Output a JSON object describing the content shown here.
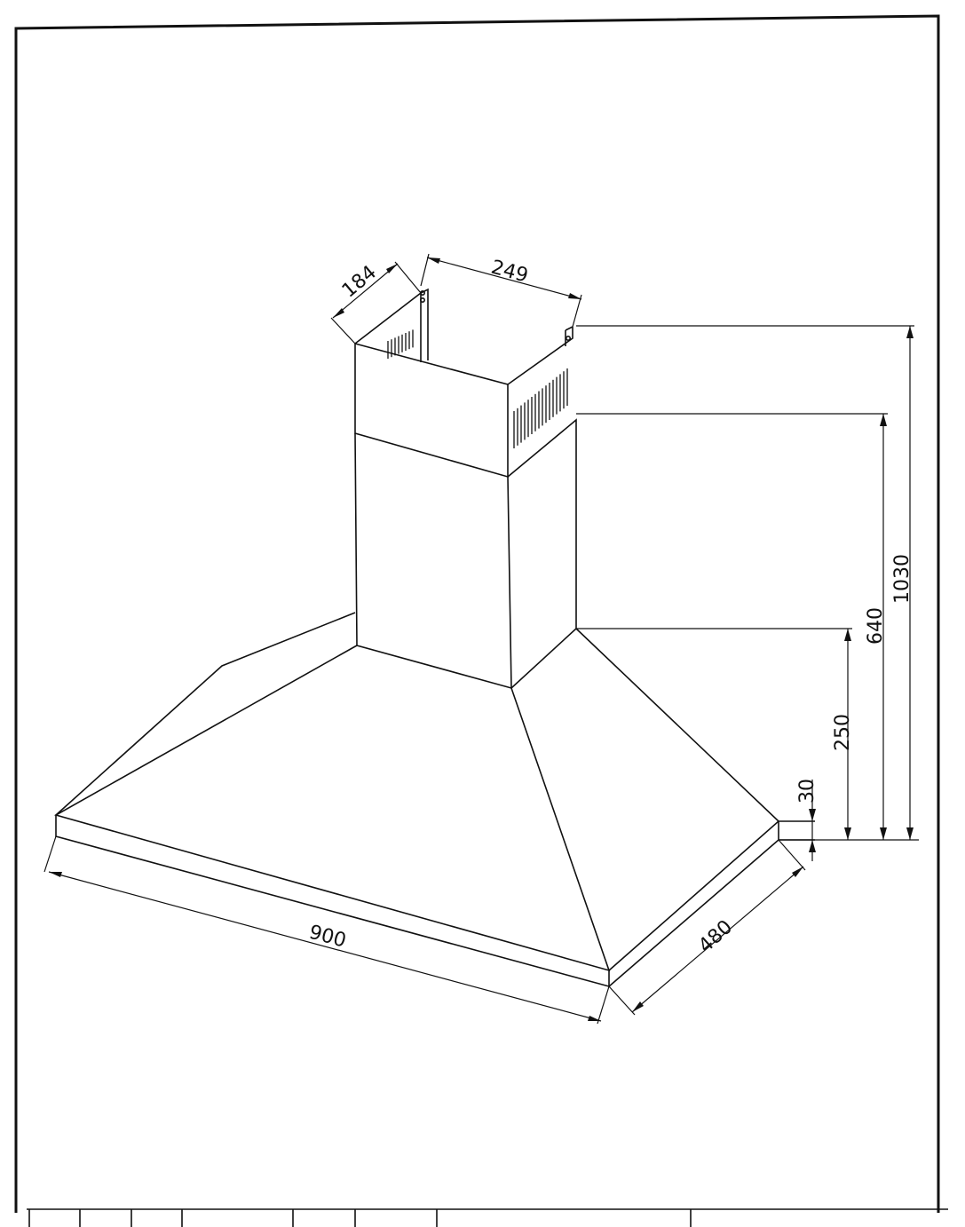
{
  "drawing": {
    "dimensions": {
      "duct_depth": "184",
      "duct_width": "249",
      "height_total": "1030",
      "height_duct": "640",
      "height_canopy": "250",
      "height_rim": "30",
      "width_front": "900",
      "depth_side": "480"
    }
  }
}
